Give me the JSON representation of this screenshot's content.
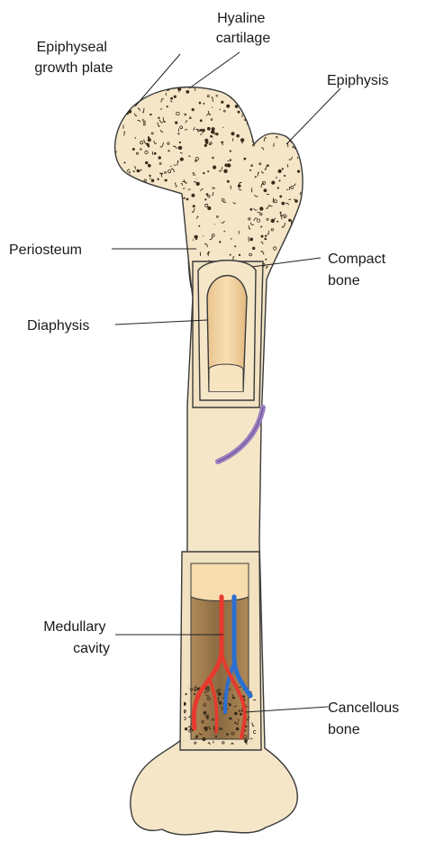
{
  "labels": {
    "hyaline_cartilage": [
      "Hyaline",
      "cartilage"
    ],
    "epiphyseal_growth_plate": [
      "Epiphyseal",
      "growth plate"
    ],
    "epiphysis": [
      "Epiphysis"
    ],
    "periosteum": [
      "Periosteum"
    ],
    "compact_bone": [
      "Compact",
      "bone"
    ],
    "diaphysis": [
      "Diaphysis"
    ],
    "medullary_cavity": [
      "Medullary",
      "cavity"
    ],
    "cancellous_bone": [
      "Cancellous",
      "bone"
    ]
  },
  "colors": {
    "bone": "#f5e6c8",
    "bone_outline": "#3a3a3a",
    "spongy_fill": "#efdcb5",
    "marrow": "#9a7a52",
    "cavity_light": "#f7dcae",
    "artery": "#e63a2e",
    "vein": "#2b6fd1",
    "nerve_vessel": "#9b7fc0",
    "leader_line": "#222222"
  }
}
